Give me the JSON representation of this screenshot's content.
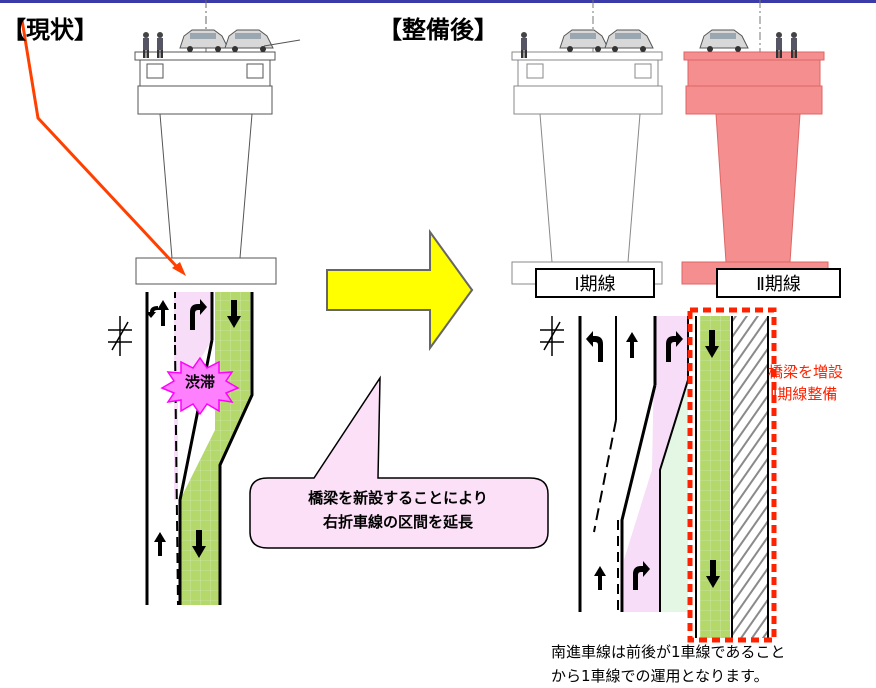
{
  "heading_current": "【現状】",
  "heading_after": "【整備後】",
  "phase1_label": "Ⅰ期線",
  "phase2_label": "Ⅱ期線",
  "jam_label": "渋滞",
  "callout_lines": [
    "橋梁を新設することにより",
    "右折車線の区間を延長"
  ],
  "red_note_lines": [
    "橋梁を増設",
    "Ⅱ期線整備"
  ],
  "bottom_note_lines": [
    "南進車線は前後が1車線であること",
    "から1車線での運用となります。"
  ],
  "colors": {
    "right_turn_lane": "#f7ddf7",
    "southbound_lane": "#b4d86a",
    "new_pier": "#f58f8f",
    "arrow_fill": "#ffff00",
    "pointer": "#ff4000",
    "dashed_frame": "#ff2200",
    "hatch": "#999999"
  },
  "icons": [
    "centerline-symbol",
    "arrow-straight",
    "arrow-right-turn",
    "arrow-left-turn",
    "arrow-down"
  ]
}
